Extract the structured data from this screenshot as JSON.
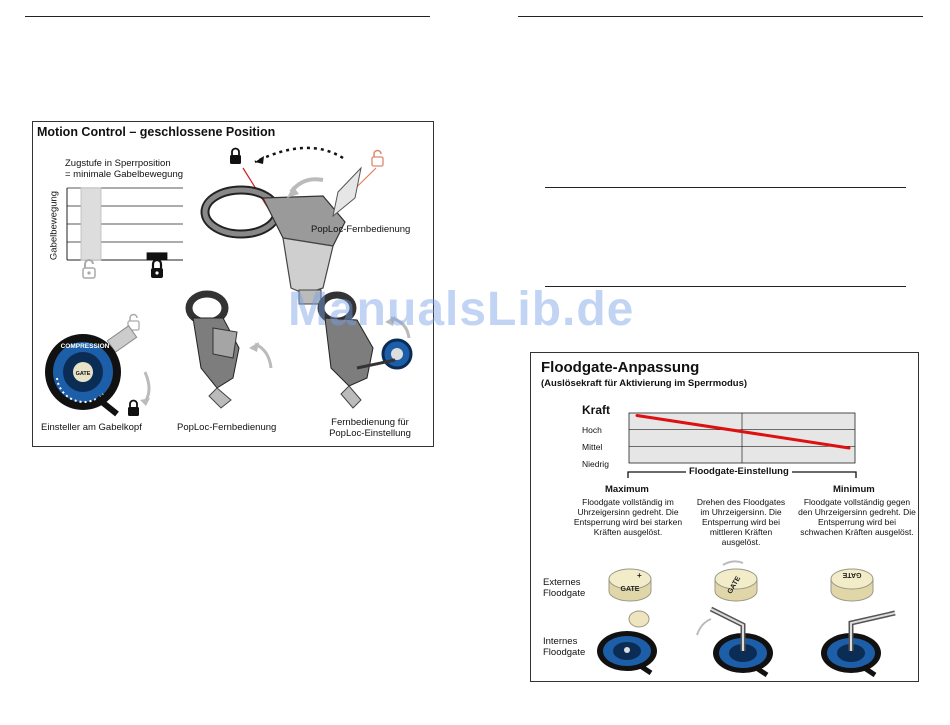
{
  "left_panel": {
    "title": "Motion Control – geschlossene Position",
    "chart_caption_line1": "Zugstufe in Sperrposition",
    "chart_caption_line2": "= minimale Gabelbewegung",
    "y_axis_label": "Gabelbewegung",
    "remote_label": "PopLoc-Fernbedienung",
    "knob_label": "Einsteller am Gabelkopf",
    "poploc_label": "PopLoc-Fernbedienung",
    "remote_adjust_line1": "Fernbedienung für",
    "remote_adjust_line2": "PopLoc-Einstellung",
    "knob_ring_text": "COMPRESSION",
    "knob_center_text": "GATE"
  },
  "right_panel": {
    "title": "Floodgate-Anpassung",
    "subtitle": "(Auslösekraft für Aktivierung im Sperrmodus)",
    "chart_title": "Kraft",
    "level_high": "Hoch",
    "level_mid": "Mittel",
    "level_low": "Niedrig",
    "setting_label": "Floodgate-Einstellung",
    "max_heading": "Maximum",
    "max_text": "Floodgate vollständig im Uhrzeigersinn gedreht. Die Entsperrung wird bei starken Kräften ausgelöst.",
    "mid_text": "Drehen des Floodgates im Uhrzeigersinn. Die Entsperrung wird bei mittleren Kräften ausgelöst.",
    "min_heading": "Minimum",
    "min_text": "Floodgate vollständig gegen den Uhrzeigersinn gedreht. Die Entsperrung wird bei schwachen Kräften ausgelöst.",
    "external_label_line1": "Externes",
    "external_label_line2": "Floodgate",
    "internal_label_line1": "Internes",
    "internal_label_line2": "Floodgate",
    "gate_text": "GATE"
  },
  "watermark": "ManualsLib.de",
  "chart_data": [
    {
      "type": "bar",
      "title": "Zugstufe in Sperrposition = minimale Gabelbewegung",
      "ylabel": "Gabelbewegung",
      "categories": [
        "unlocked",
        "locked"
      ],
      "values": [
        4,
        0.4
      ],
      "ylim": [
        0,
        4
      ],
      "grid": true,
      "colors": [
        "#dddddd",
        "#111111"
      ]
    },
    {
      "type": "line",
      "title": "Kraft",
      "xlabel": "Floodgate-Einstellung",
      "x_labels": [
        "Maximum",
        "Minimum"
      ],
      "y_levels": [
        "Niedrig",
        "Mittel",
        "Hoch"
      ],
      "series": [
        {
          "values": [
            2.9,
            1.6
          ],
          "color": "#dd1111"
        }
      ],
      "x": [
        0,
        1
      ],
      "ylim": [
        1,
        3
      ],
      "grid": true
    }
  ]
}
